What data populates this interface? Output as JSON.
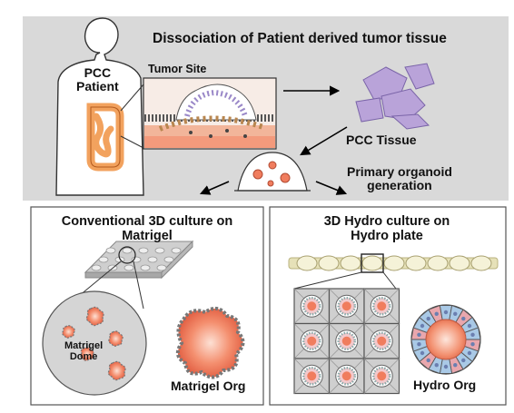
{
  "header": {
    "title": "Dissociation of Patient derived tumor tissue",
    "patient_label": [
      "PCC",
      "Patient"
    ],
    "tumor_site_label": "Tumor Site",
    "tissue_label": "PCC Tissue",
    "primary_label": [
      "Primary organoid",
      "generation"
    ]
  },
  "left_panel": {
    "title": [
      "Conventional 3D culture on",
      "Matrigel"
    ],
    "dome_label": [
      "Matrigel",
      "Dome"
    ],
    "org_label": "Matrigel Org"
  },
  "right_panel": {
    "title": [
      "3D Hydro culture on",
      "Hydro plate"
    ],
    "org_label": "Hydro Org"
  },
  "colors": {
    "top_band": "#d9d9d9",
    "tissue_purple": "#b9a3d9",
    "organoid_orange": "#f07d5e",
    "hydro_cell_blue": "#a9c9e6",
    "hydro_cell_pink": "#e9a7ad"
  }
}
